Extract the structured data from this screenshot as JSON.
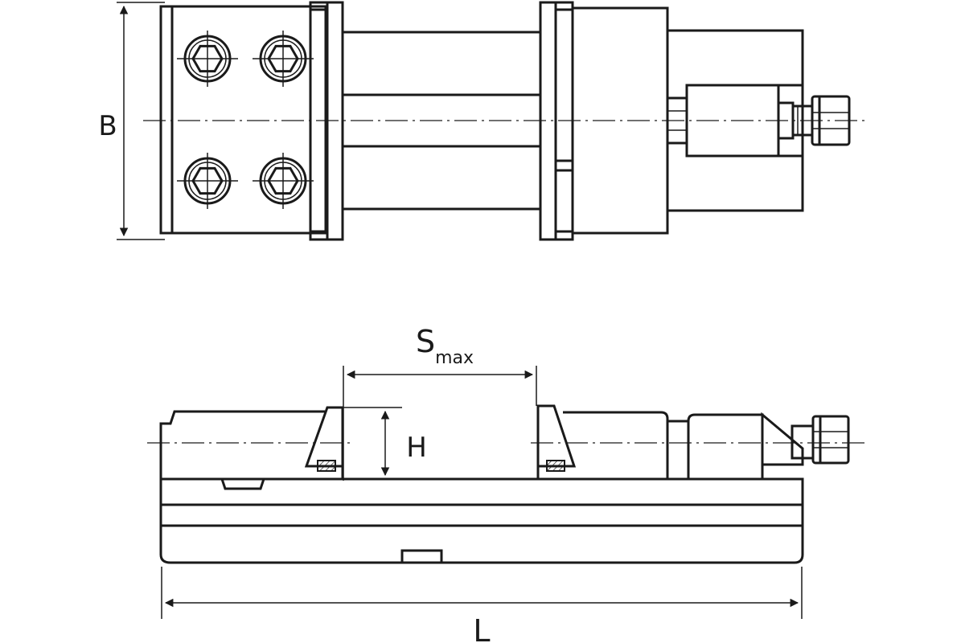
{
  "labels": {
    "width": "B",
    "height": "H",
    "stroke_main": "S",
    "stroke_sub": "max",
    "length": "L"
  }
}
